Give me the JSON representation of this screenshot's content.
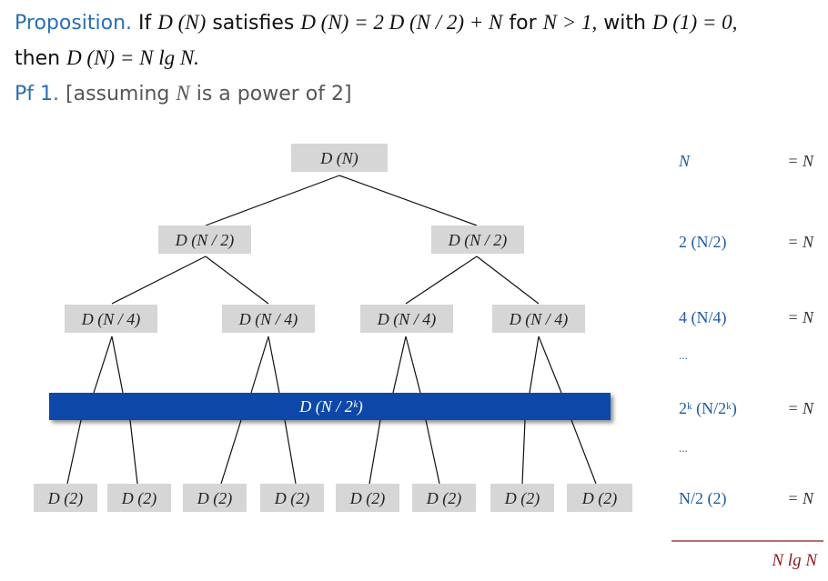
{
  "heading": {
    "proposition_label": "Proposition.",
    "if_word": "If",
    "recurrence_lhs": "D (N)",
    "satisfies_word": "satisfies",
    "recurrence": "D (N) = 2 D (N / 2) + N",
    "for_word": "for",
    "condition": "N > 1,",
    "with_word": "with",
    "base_case": "D (1) = 0,",
    "then_word": "then",
    "conclusion": "D (N) = N lg N.",
    "pf_label": "Pf 1.",
    "assumption_open": "[assuming",
    "assumption_var": "N",
    "assumption_close": "is a power of 2]"
  },
  "tree": {
    "root": "D (N)",
    "level1": [
      "D (N / 2)",
      "D (N / 2)"
    ],
    "level2": [
      "D (N / 4)",
      "D (N / 4)",
      "D (N / 4)",
      "D (N / 4)"
    ],
    "band": "D (N / 2ᵏ)",
    "leaves": [
      "D (2)",
      "D (2)",
      "D (2)",
      "D (2)",
      "D (2)",
      "D (2)",
      "D (2)",
      "D (2)"
    ]
  },
  "rows": [
    {
      "value": "N",
      "eq": "= N"
    },
    {
      "value": "2 (N/2)",
      "eq": "= N"
    },
    {
      "value": "4 (N/4)",
      "eq": "= N"
    },
    {
      "value": "...",
      "eq": ""
    },
    {
      "value": "2ᵏ (N/2ᵏ)",
      "eq": "= N"
    },
    {
      "value": "...",
      "eq": ""
    },
    {
      "value": "N/2 (2)",
      "eq": "= N"
    }
  ],
  "total": "N lg N",
  "colors": {
    "blue_text": "#2a6fb0",
    "node_fill": "#d6d6d6",
    "band_fill": "#0d47a8",
    "total_color": "#8b1a1a"
  }
}
